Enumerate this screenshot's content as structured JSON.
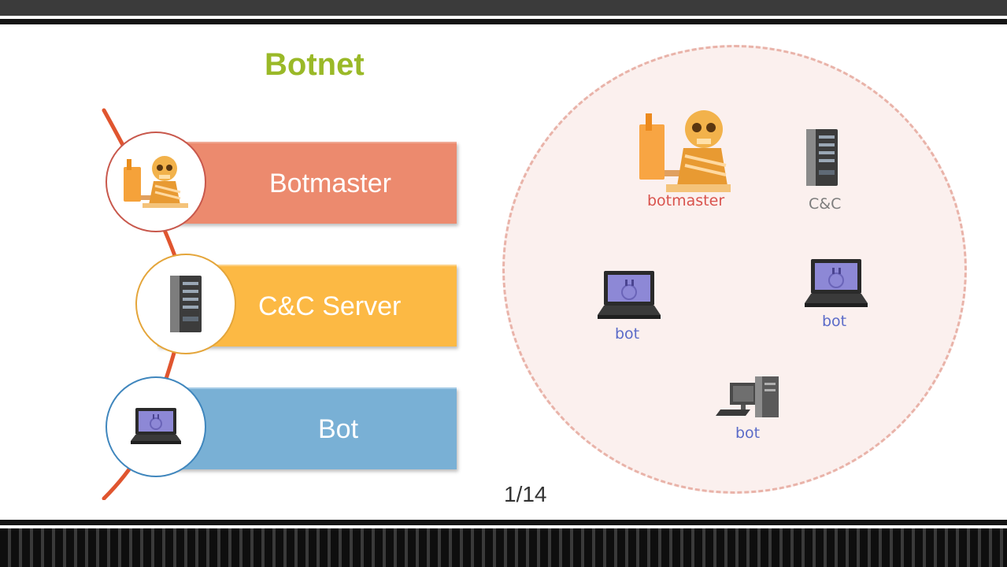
{
  "slide": {
    "title": "Botnet",
    "page_indicator": "1/14"
  },
  "layers": [
    {
      "label": "Botmaster",
      "icon": "hacker-skull-icon",
      "color": "#ec8a6e"
    },
    {
      "label": "C&C  Server",
      "icon": "server-tower-icon",
      "color": "#fcb944"
    },
    {
      "label": "Bot",
      "icon": "laptop-sad-face-icon",
      "color": "#79b0d5"
    }
  ],
  "network": {
    "nodes": [
      {
        "label": "botmaster",
        "icon": "hacker-skull-icon"
      },
      {
        "label": "C&C",
        "icon": "server-tower-icon"
      },
      {
        "label": "bot",
        "icon": "laptop-sad-face-icon"
      },
      {
        "label": "bot",
        "icon": "laptop-sad-face-icon"
      },
      {
        "label": "bot",
        "icon": "desktop-computer-icon"
      }
    ]
  },
  "colors": {
    "title": "#9ab928",
    "connector": "#e0552f",
    "botmaster_label": "#d9534d",
    "bot_label": "#5b6bc8",
    "network_fill": "#fbf0ee",
    "network_border": "#e9b3a9"
  }
}
